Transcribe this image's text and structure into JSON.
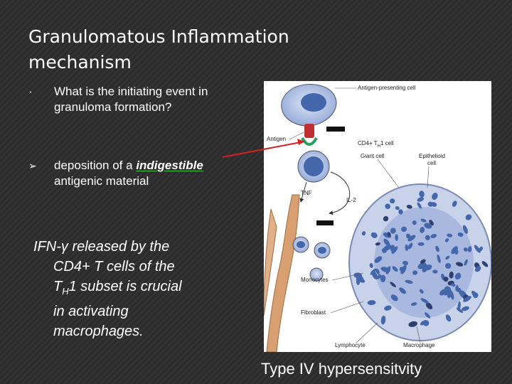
{
  "slide": {
    "title_line1": "Granulomatous Inflammation",
    "title_line2": "mechanism",
    "bullet1": {
      "mark": "·",
      "text": "What is the initiating event in granuloma formation?"
    },
    "bullet2": {
      "mark": "➢",
      "text_before": "deposition of a ",
      "emphasis": "indigestible",
      "text_after": " antigenic material"
    },
    "ifn": {
      "symbol": "IFN-γ",
      "line1_rest": " released by the",
      "line2": "CD4+ T cells of the",
      "line3_pre": "T",
      "line3_sub": "H",
      "line3_post": "1 subset is crucial",
      "line4": "in activating",
      "line5": "macrophages."
    },
    "caption": "Type IV hypersensitvity"
  },
  "figure": {
    "labels": {
      "apc": "Antigen-presenting cell",
      "antigen": "Antigen",
      "cd4_pre": "CD4+ T",
      "cd4_sub": "H",
      "cd4_post": "1 cell",
      "giant": "Giant cell",
      "epithelioid_line1": "Epithelioid",
      "epithelioid_line2": "cell",
      "tnf": "TNF",
      "il2": "IL-2",
      "monocytes": "Monocytes",
      "fibroblast": "Fibroblast",
      "lymphocyte": "Lymphocyte",
      "macrophage": "Macrophage"
    }
  },
  "colors": {
    "background": "#303030",
    "text": "#ffffff",
    "underline": "#3bd13b",
    "pointer_arrow": "#d42020",
    "cell_blue": "#8fa6d6",
    "nucleus_blue": "#4466aa",
    "fibroblast_tan": "#d8a070"
  }
}
